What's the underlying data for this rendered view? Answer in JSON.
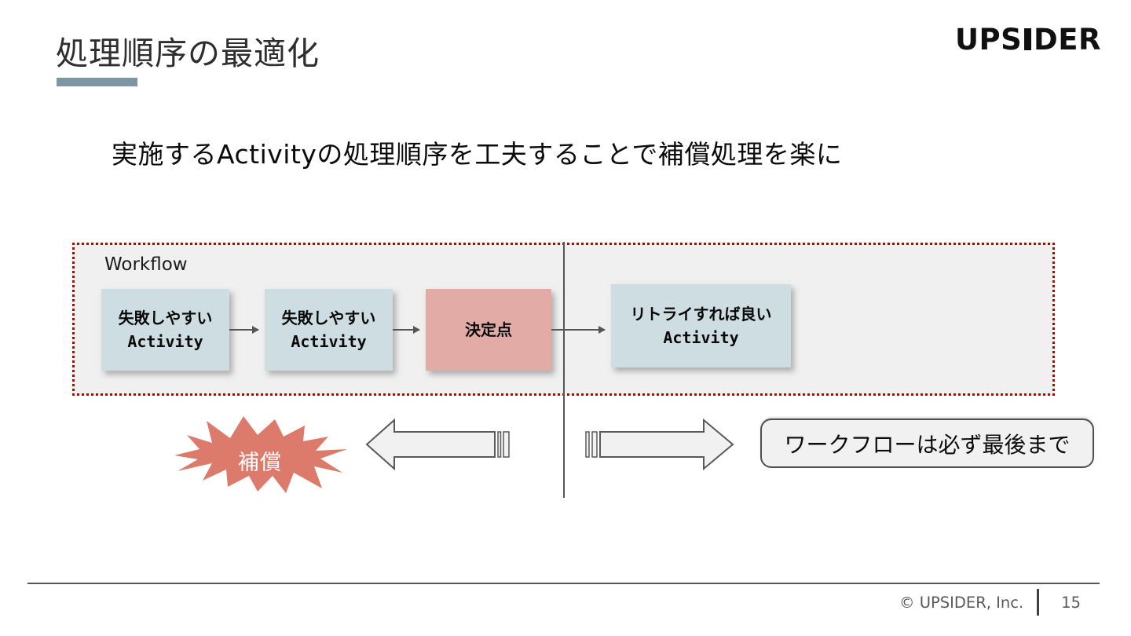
{
  "slide": {
    "title": "処理順序の最適化",
    "subtitle": "実施するActivityの処理順序を工夫することで補償処理を楽に",
    "logo": {
      "part1": "UPS",
      "part2": "DER"
    },
    "footer": {
      "copyright": "© UPSIDER, Inc.",
      "page_number": "15"
    }
  },
  "workflow": {
    "label": "Workflow",
    "nodes": {
      "fragile1": {
        "line1": "失敗しやすい",
        "line2": "Activity"
      },
      "fragile2": {
        "line1": "失敗しやすい",
        "line2": "Activity"
      },
      "decision": {
        "label": "決定点"
      },
      "retry": {
        "line1": "リトライすれば良い",
        "line2": "Activity"
      }
    }
  },
  "annotations": {
    "burst_label": "補償",
    "callout_label": "ワークフローは必ず最後まで"
  },
  "colors": {
    "accent_bar": "#7e96a4",
    "dotted_border": "#c00000",
    "node_blue": "#cedde1",
    "node_pink": "#e3aba5",
    "burst": "#dc7a6b",
    "line_gray": "#555555",
    "footer_text": "#595959"
  }
}
